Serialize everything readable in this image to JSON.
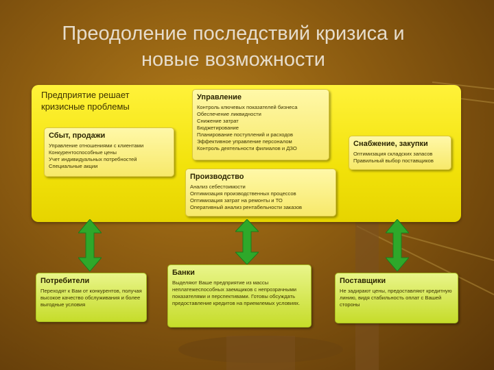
{
  "title_line1": "Преодоление последствий кризиса и",
  "title_line2": "новые возможности",
  "panel": {
    "heading_line1": "Предприятие решает",
    "heading_line2": "кризисные проблемы"
  },
  "sales": {
    "title": "Сбыт, продажи",
    "items": [
      "Управление отношениями с клиентами",
      "Конкурентоспособные цены",
      "Учет индивидуальных потребностей",
      "Специальные акции"
    ]
  },
  "management": {
    "title": "Управление",
    "items": [
      "Контроль ключевых показателей бизнеса",
      "Обеспечение ликвидности",
      "Снижение затрат",
      "Бюджетирование",
      "Планирование поступлений и расходов",
      "Эффективное управление персоналом",
      "Контроль деятельности филиалов и ДЗО"
    ]
  },
  "supply": {
    "title": "Снабжение, закупки",
    "items": [
      "Оптимизация складских запасов",
      "Правильный выбор поставщиков"
    ]
  },
  "production": {
    "title": "Производство",
    "items": [
      "Анализ себестоимости",
      "Оптимизация производственных процессов",
      "Оптимизация затрат на ремонты и ТО",
      "Оперативный анализ рентабельности заказов"
    ]
  },
  "consumers": {
    "title": "Потребители",
    "text": "Переходят к Вам от конкурентов, получая высокое качество обслуживания и более выгодные условия"
  },
  "banks": {
    "title": "Банки",
    "text": "Выделяют Ваше предприятие из массы неплатежеспособных заемщиков с непрозрачными показателями и перспективами. Готовы обсуждать предоставление кредитов на приемлемых условиях."
  },
  "suppliers": {
    "title": "Поставщики",
    "text": "Не задирают цены, предоставляют кредитную линию, видя стабильность оплат с Вашей стороны"
  },
  "colors": {
    "background": "#8a5a10",
    "panel": "#f2e20a",
    "arrow": "#2ea82a",
    "box_green": "#c6dc2a"
  }
}
